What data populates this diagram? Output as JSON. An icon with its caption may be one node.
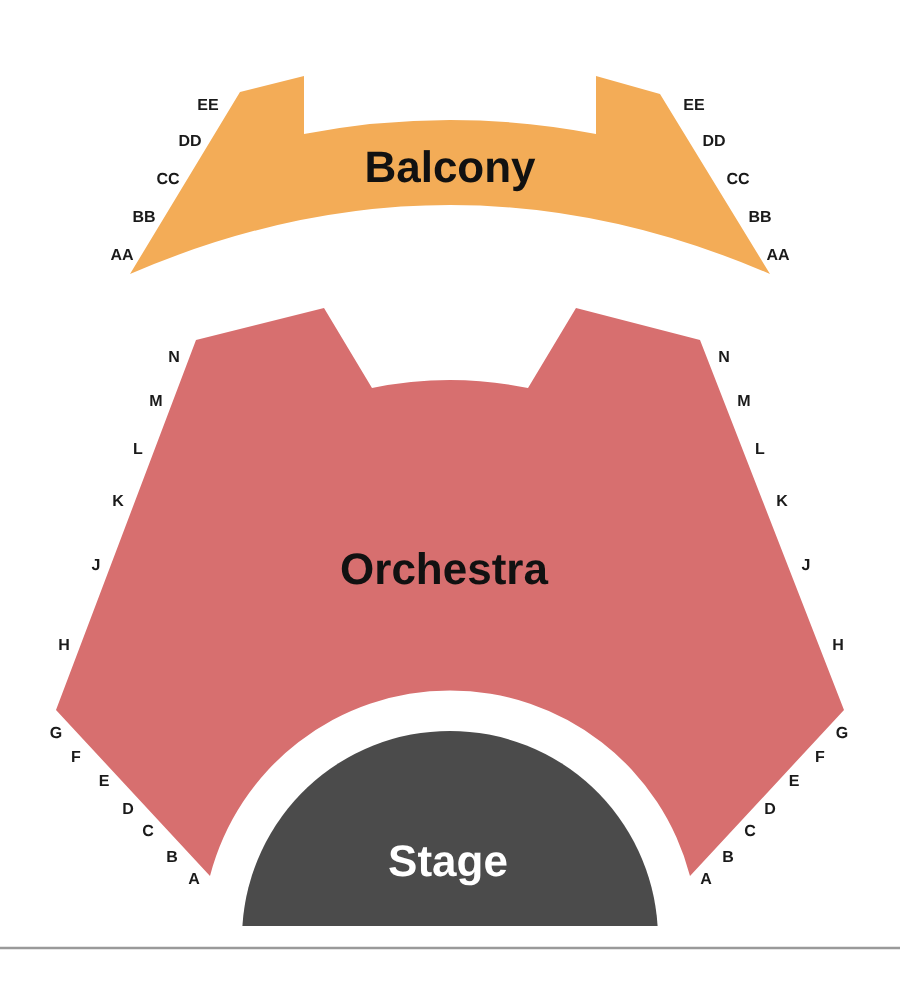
{
  "diagram": {
    "nodes": [
      {
        "text": [
          "Balcony"
        ]
      },
      {
        "text": [
          "Orchestra"
        ]
      },
      {
        "text": [
          "Stage"
        ]
      }
    ],
    "labels": [
      "EE",
      "EE",
      "DD",
      "DD",
      "CC",
      "CC",
      "BB",
      "BB",
      "AA",
      "AA",
      "N",
      "N",
      "M",
      "M",
      "L",
      "L",
      "K",
      "K",
      "J",
      "J",
      "H",
      "H",
      "G",
      "G",
      "F",
      "F",
      "E",
      "E",
      "D",
      "D",
      "C",
      "C",
      "B",
      "B",
      "A",
      "A"
    ]
  }
}
